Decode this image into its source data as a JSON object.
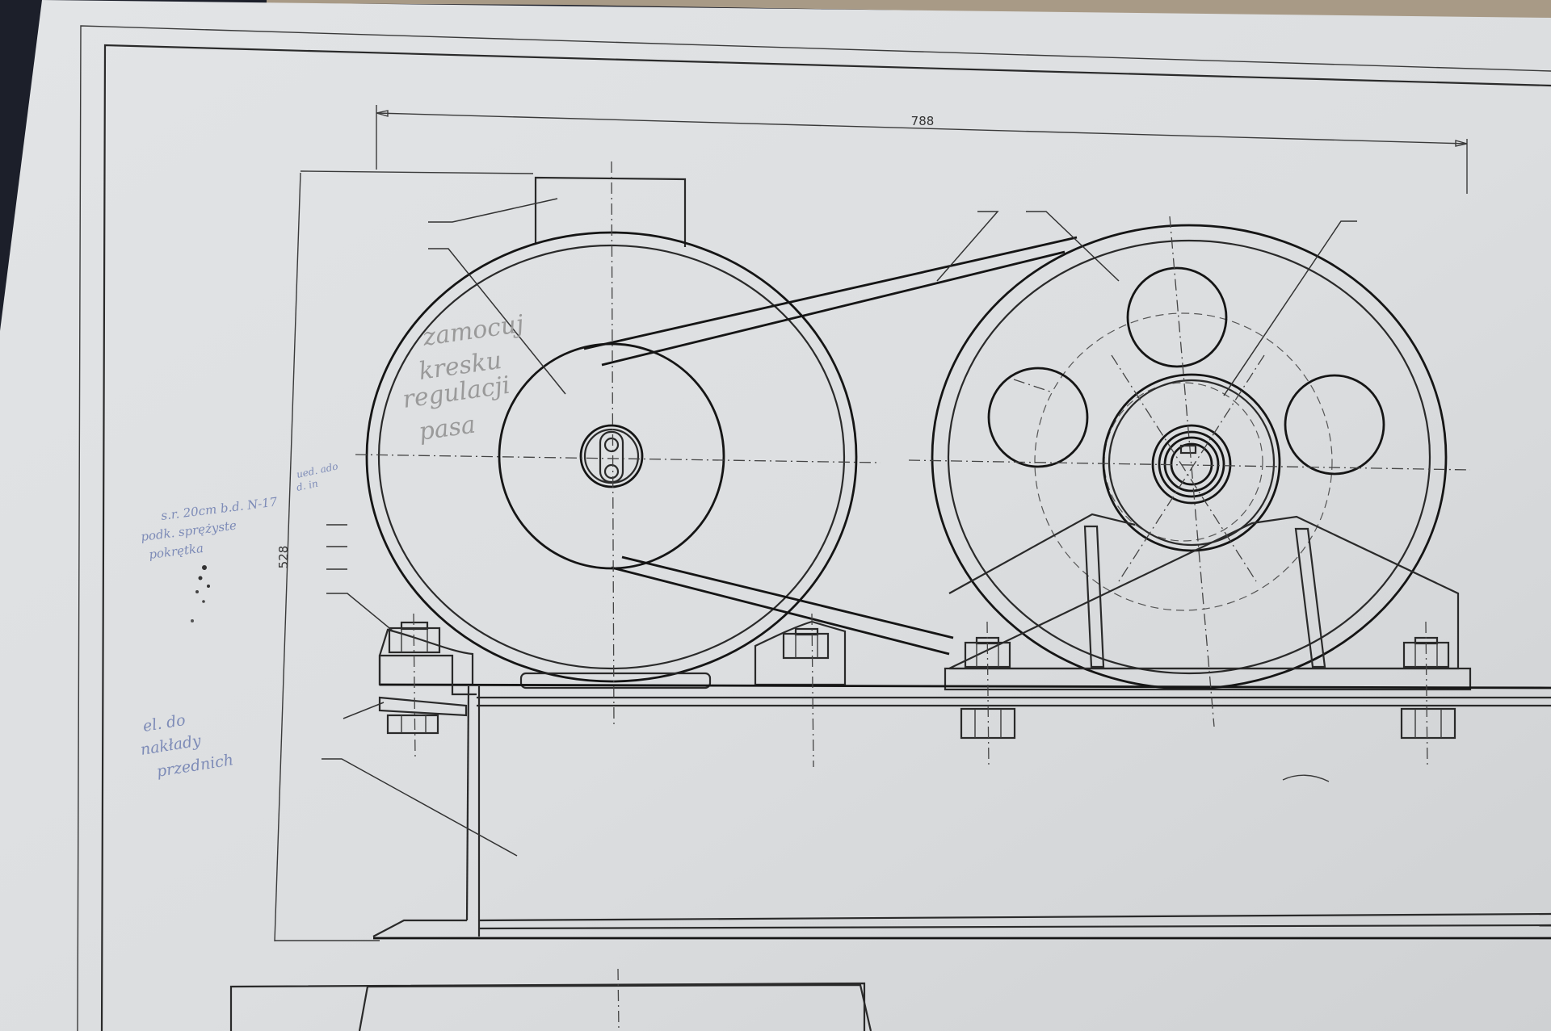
{
  "drawing": {
    "dimensions": {
      "overall_width": "788",
      "overall_height": "528"
    },
    "handwritten_notes": {
      "pencil_on_motor": [
        "zamocuj",
        "kresku",
        "regulacji",
        "pasa"
      ],
      "note_left_top": [
        "ued. ado",
        "d. in"
      ],
      "note_left_middle": [
        "s.r. 20cm b.d. N-17",
        "podk. sprężyste",
        "pokrętka"
      ],
      "note_left_bottom": [
        "el. do",
        "nakłady",
        "przednich"
      ]
    }
  },
  "colors": {
    "paper": "#dfe1e3",
    "line": "#222222",
    "pen_ink": "#7d8bb7",
    "pencil": "#9a9a9a"
  }
}
